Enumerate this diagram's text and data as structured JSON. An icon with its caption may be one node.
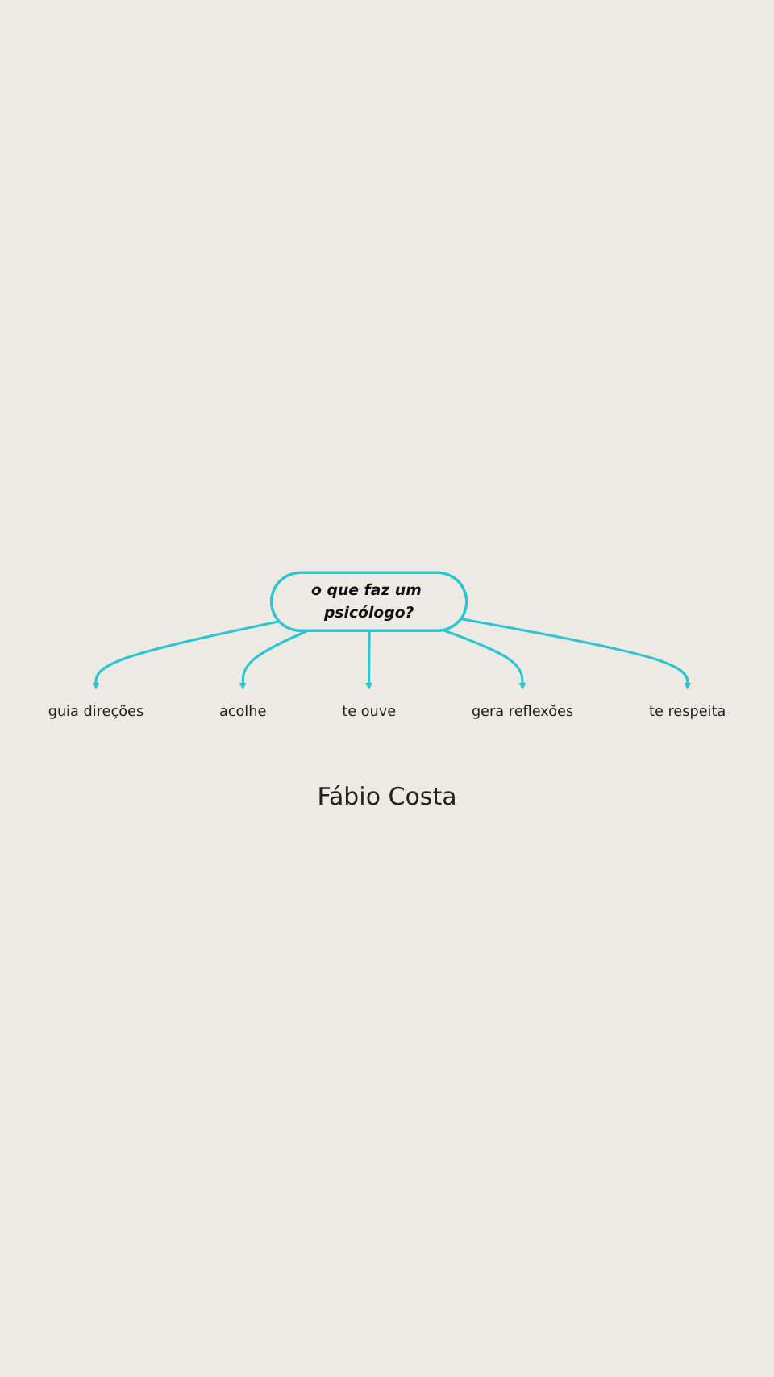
{
  "diagram": {
    "nodes": [
      {
        "text": [
          "o que faz um psicólogo?"
        ]
      },
      {
        "text": [
          "guia direções"
        ]
      },
      {
        "text": [
          "acolhe"
        ]
      },
      {
        "text": [
          "te ouve"
        ]
      },
      {
        "text": [
          "gera reflexões"
        ]
      },
      {
        "text": [
          "te respeita"
        ]
      }
    ],
    "edges": [
      {
        "from": 0,
        "to": 1,
        "arrow": "to"
      },
      {
        "from": 0,
        "to": 2,
        "arrow": "to"
      },
      {
        "from": 0,
        "to": 3,
        "arrow": "to"
      },
      {
        "from": 0,
        "to": 4,
        "arrow": "to"
      },
      {
        "from": 0,
        "to": 5,
        "arrow": "to"
      }
    ],
    "labels": [
      "Fábio Costa"
    ]
  }
}
